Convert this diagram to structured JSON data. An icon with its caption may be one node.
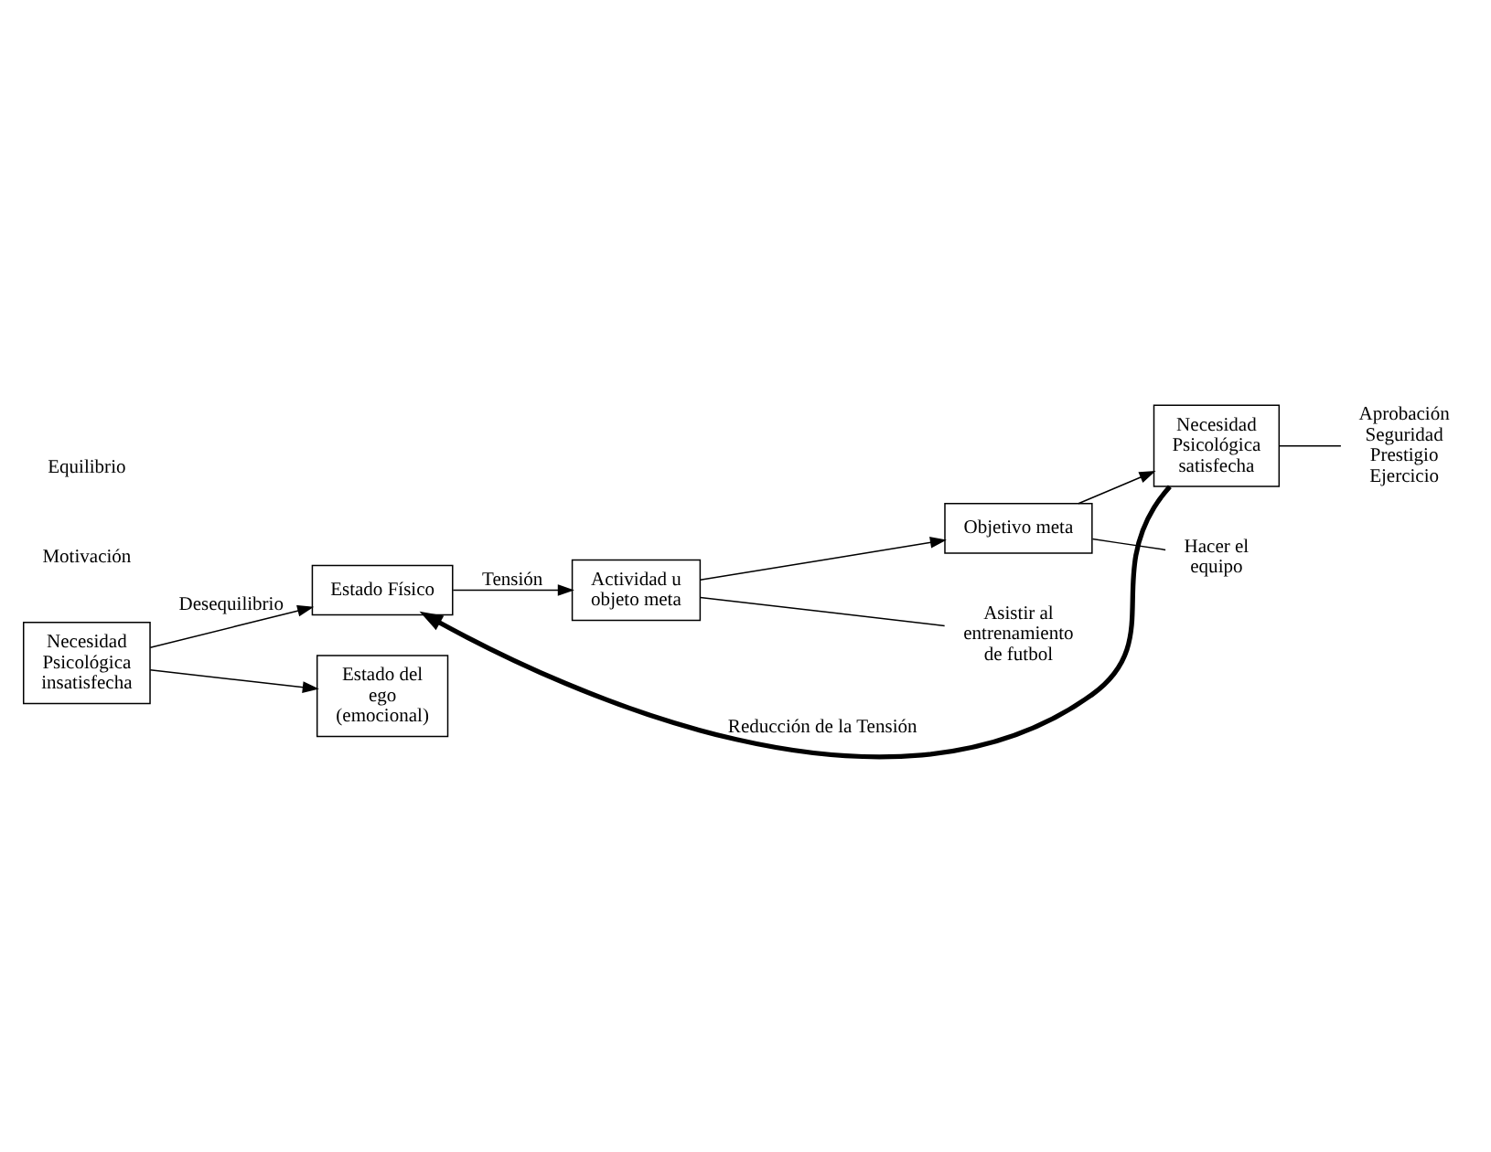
{
  "diagram": {
    "nodes": [
      {
        "text": [
          "Necesidad Psicológica insatisfecha"
        ]
      },
      {
        "text": [
          "Estado Físico"
        ]
      },
      {
        "text": [
          "Estado del ego (emocional)"
        ]
      },
      {
        "text": [
          "Actividad u objeto meta"
        ]
      },
      {
        "text": [
          "Objetivo meta"
        ]
      },
      {
        "text": [
          "Necesidad Psicológica satisfecha"
        ]
      },
      {
        "text": [
          "Asistir al entrenamiento de futbol"
        ]
      },
      {
        "text": [
          "Hacer el equipo"
        ]
      },
      {
        "text": [
          "Aprobación",
          "Seguridad",
          "Prestigio",
          "Ejercicio"
        ]
      }
    ],
    "edges": [
      {
        "from": 0,
        "to": 1,
        "arrow": "to",
        "label": "Desequilibrio"
      },
      {
        "from": 0,
        "to": 2,
        "arrow": "to"
      },
      {
        "from": 1,
        "to": 3,
        "arrow": "to",
        "label": "Tensión"
      },
      {
        "from": 3,
        "to": 4,
        "arrow": "to"
      },
      {
        "from": 4,
        "to": 5,
        "arrow": "to"
      },
      {
        "from": 5,
        "to": 1,
        "arrow": "to",
        "label": "Reducción de la Tensión",
        "style": "thick"
      },
      {
        "from": 3,
        "to": 6,
        "arrow": "none"
      },
      {
        "from": 4,
        "to": 7,
        "arrow": "none"
      },
      {
        "from": 5,
        "to": 8,
        "arrow": "none"
      }
    ],
    "labels": [
      "Motivación",
      "Equilibrio"
    ]
  }
}
